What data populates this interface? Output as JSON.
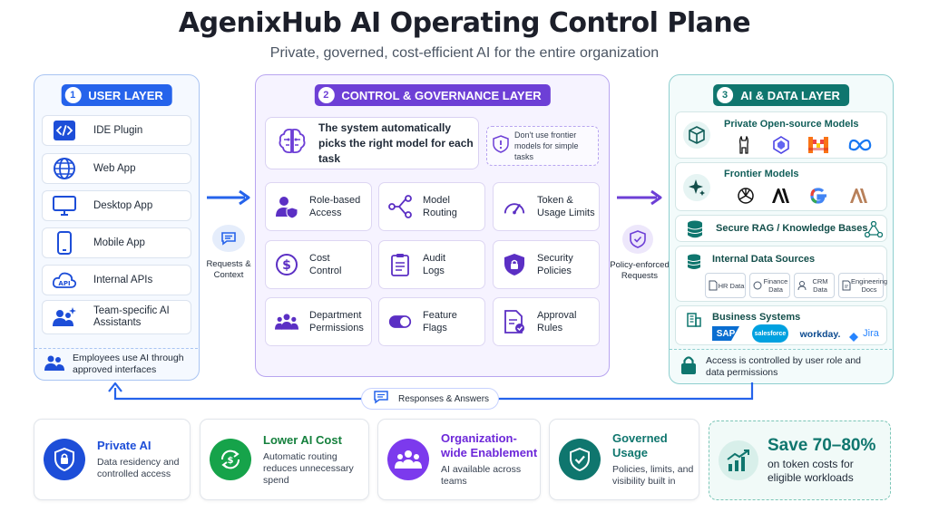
{
  "header": {
    "title": "AgenixHub AI Operating Control Plane",
    "subtitle": "Private, governed, cost-efficient AI for the entire organization"
  },
  "user_layer": {
    "number": "1",
    "title": "USER LAYER",
    "items": [
      {
        "label": "IDE Plugin",
        "icon": "code-icon"
      },
      {
        "label": "Web App",
        "icon": "globe-icon"
      },
      {
        "label": "Desktop App",
        "icon": "monitor-icon"
      },
      {
        "label": "Mobile App",
        "icon": "phone-icon"
      },
      {
        "label": "Internal APIs",
        "icon": "api-cloud-icon"
      },
      {
        "label": "Team-specific AI Assistants",
        "icon": "team-spark-icon"
      }
    ],
    "footer": "Employees use AI through approved interfaces"
  },
  "control_layer": {
    "number": "2",
    "title": "CONTROL & GOVERNANCE LAYER",
    "auto_pick": "The system automatically picks the right model for each task",
    "note": "Don't use frontier models for simple tasks",
    "items": [
      {
        "label": "Role-based Access",
        "icon": "user-shield-icon"
      },
      {
        "label": "Model Routing",
        "icon": "routing-icon"
      },
      {
        "label": "Token & Usage Limits",
        "icon": "gauge-icon"
      },
      {
        "label": "Cost Control",
        "icon": "dollar-icon"
      },
      {
        "label": "Audit Logs",
        "icon": "clipboard-icon"
      },
      {
        "label": "Security Policies",
        "icon": "shield-lock-icon"
      },
      {
        "label": "Department Permissions",
        "icon": "group-icon"
      },
      {
        "label": "Feature Flags",
        "icon": "toggle-icon"
      },
      {
        "label": "Approval Rules",
        "icon": "doc-check-icon"
      }
    ]
  },
  "ai_layer": {
    "number": "3",
    "title": "AI & DATA LAYER",
    "open_source": {
      "title": "Private Open-source Models",
      "logos": [
        "llama-logo-icon",
        "qwen-logo-icon",
        "mistral-logo-icon",
        "meta-logo-icon"
      ]
    },
    "frontier": {
      "title": "Frontier Models",
      "logos": [
        "openai-logo-icon",
        "anthropic-logo-icon",
        "google-logo-icon",
        "claude-logo-icon"
      ]
    },
    "rag": {
      "title": "Secure RAG / Knowledge Bases"
    },
    "internal_data": {
      "title": "Internal Data Sources",
      "sources": [
        "HR Data",
        "Finance Data",
        "CRM Data",
        "Engineering Docs"
      ]
    },
    "business": {
      "title": "Business Systems",
      "logos": [
        "SAP",
        "salesforce",
        "workday.",
        "Jira"
      ]
    },
    "footer": "Access is controlled by user role and data permissions"
  },
  "flows": {
    "requests": "Requests & Context",
    "policy": "Policy-enforced Requests",
    "responses": "Responses & Answers"
  },
  "benefits": [
    {
      "title": "Private AI",
      "desc": "Data residency and controlled access",
      "color": "#1d4ed8"
    },
    {
      "title": "Lower AI Cost",
      "desc": "Automatic routing reduces unnecessary spend",
      "color": "#15803d"
    },
    {
      "title": "Organization-wide Enablement",
      "desc": "AI available across teams",
      "color": "#6d28d9"
    },
    {
      "title": "Governed Usage",
      "desc": "Policies, limits, and visibility built in",
      "color": "#0f766e"
    }
  ],
  "savings": {
    "title": "Save 70–80%",
    "desc": "on token costs for eligible workloads"
  },
  "colors": {
    "user": "#2563eb",
    "control": "#6d3fd6",
    "ai": "#0f766e"
  }
}
